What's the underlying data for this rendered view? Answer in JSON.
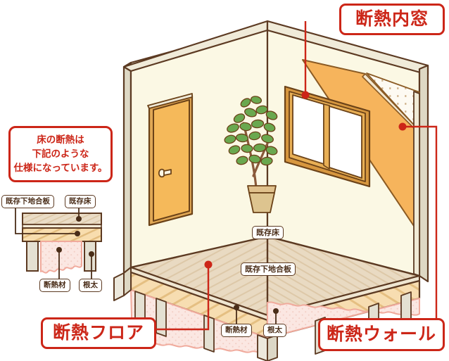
{
  "diagram": {
    "title_region": "insulation-renovation-isometric-room",
    "colors": {
      "accent_red": "#cc2618",
      "label_brown": "#4a2d18",
      "wall_cream": "#fbf8e4",
      "floor_beige": "#e8d8bf",
      "subfloor_orange": "#f6dcae",
      "insulation_pink": "#fbe4e0",
      "joist_grey": "#e4e0d2",
      "door_orange": "#f5b95a",
      "wall_insulation_orange": "#f6b45c",
      "plant_green": "#6aa84f"
    },
    "callouts": [
      {
        "id": "window",
        "label": "断熱内窓"
      },
      {
        "id": "wall",
        "label": "断熱ウォール"
      },
      {
        "id": "floor",
        "label": "断熱フロア"
      }
    ],
    "note_box": {
      "lines": [
        "床の断熱は",
        "下記のような",
        "仕様になっています。"
      ],
      "text": "床の断熱は\n下記のような\n仕様になっています。"
    },
    "detail_labels": {
      "existing_subfloor_plywood": "既存下地合板",
      "existing_floor": "既存床",
      "insulation_material": "断熱材",
      "joist": "根太"
    },
    "room_labels": {
      "existing_floor": "既存床",
      "existing_subfloor_plywood": "既存下地合板",
      "insulation_material": "断熱材",
      "joist": "根太"
    }
  }
}
